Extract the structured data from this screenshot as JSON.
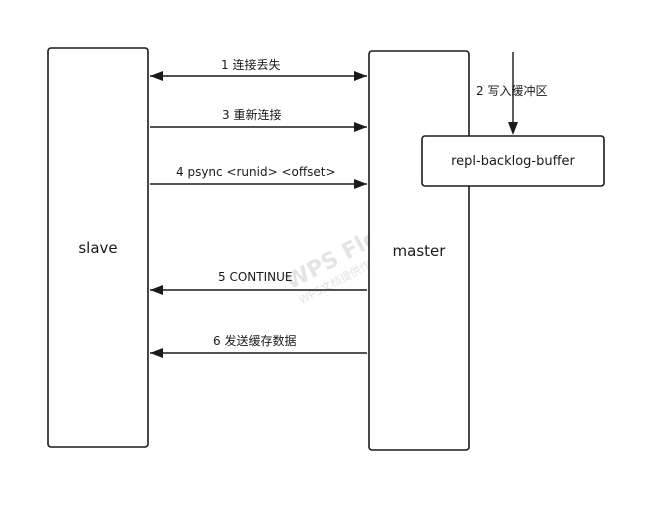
{
  "nodes": {
    "slave": "slave",
    "master": "master",
    "buffer": "repl-backlog-buffer"
  },
  "messages": [
    {
      "text": "1 连接丢失",
      "direction": "both"
    },
    {
      "text": "3 重新连接",
      "direction": "to-master"
    },
    {
      "text": "4 psync <runid> <offset>",
      "direction": "to-master"
    },
    {
      "text": "5 CONTINUE",
      "direction": "to-slave"
    },
    {
      "text": "6 发送缓存数据",
      "direction": "to-slave"
    }
  ],
  "buffer_write_label": "2 写入缓冲区",
  "watermark": {
    "line1": "WPS Flow",
    "line2": "WPS文档提供作图服务"
  },
  "colors": {
    "stroke": "#1a1a1a",
    "background": "#ffffff",
    "watermark": "#d9d9d9"
  }
}
